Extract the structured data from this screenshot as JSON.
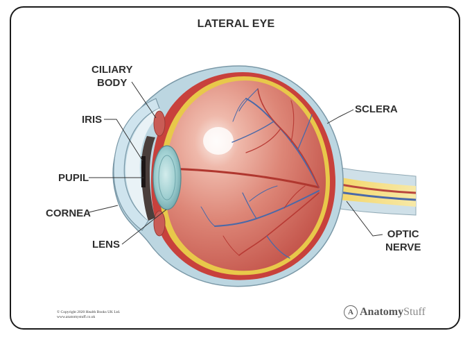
{
  "diagram": {
    "title": "LATERAL EYE",
    "labels": {
      "ciliary_body_line1": "CILIARY",
      "ciliary_body_line2": "BODY",
      "iris": "IRIS",
      "pupil": "PUPIL",
      "cornea": "CORNEA",
      "lens": "LENS",
      "sclera": "SCLERA",
      "optic_nerve_line1": "OPTIC",
      "optic_nerve_line2": "NERVE"
    }
  },
  "footer": {
    "copyright_line1": "© Copyright 2020 Health Books UK Ltd.",
    "copyright_line2": "www.anatomystuff.co.uk",
    "brand_logo_letter": "A",
    "brand_bold": "Anatomy",
    "brand_light": "Stuff"
  },
  "colors": {
    "sclera_blue": "#bcd6e1",
    "choroid_red": "#c8413c",
    "vitreous": "#d9857a",
    "retina_yellow": "#e8c84a",
    "vessel_blue": "#4a69a8",
    "vessel_red": "#b83a34",
    "lens_teal": "#8ec3c7",
    "label_text": "#2f2f2f"
  }
}
